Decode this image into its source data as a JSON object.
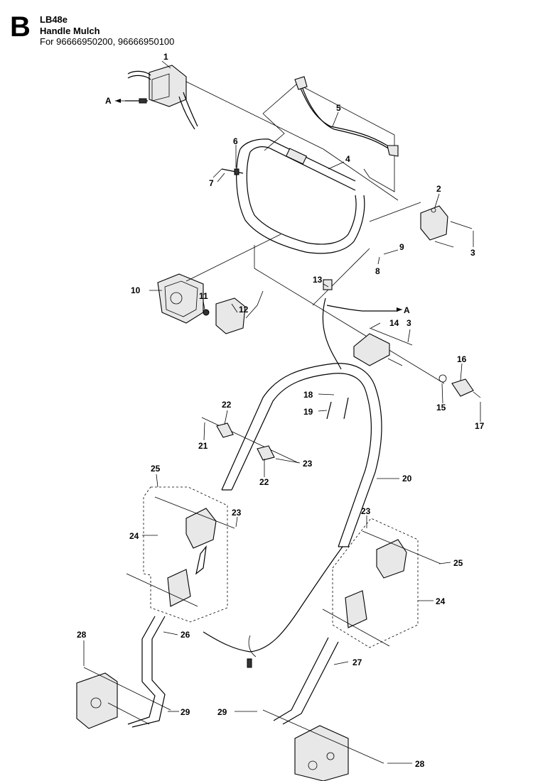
{
  "header": {
    "section_letter": "B",
    "model": "LB48e",
    "title": "Handle Mulch",
    "applies_to": "For 96666950200, 96666950100"
  },
  "callouts": {
    "c1": "1",
    "c2": "2",
    "c3a": "3",
    "c3b": "3",
    "c4": "4",
    "c5": "5",
    "c6": "6",
    "c7": "7",
    "c8": "8",
    "c9": "9",
    "c10": "10",
    "c11": "11",
    "c12": "12",
    "c13": "13",
    "c14": "14",
    "c15": "15",
    "c16": "16",
    "c17": "17",
    "c18": "18",
    "c19": "19",
    "c20": "20",
    "c21": "21",
    "c22a": "22",
    "c22b": "22",
    "c23a": "23",
    "c23b": "23",
    "c23c": "23",
    "c24a": "24",
    "c24b": "24",
    "c25a": "25",
    "c25b": "25",
    "c26": "26",
    "c27": "27",
    "c28a": "28",
    "c28b": "28",
    "c29a": "29",
    "c29b": "29",
    "cAa": "A",
    "cAb": "A"
  }
}
